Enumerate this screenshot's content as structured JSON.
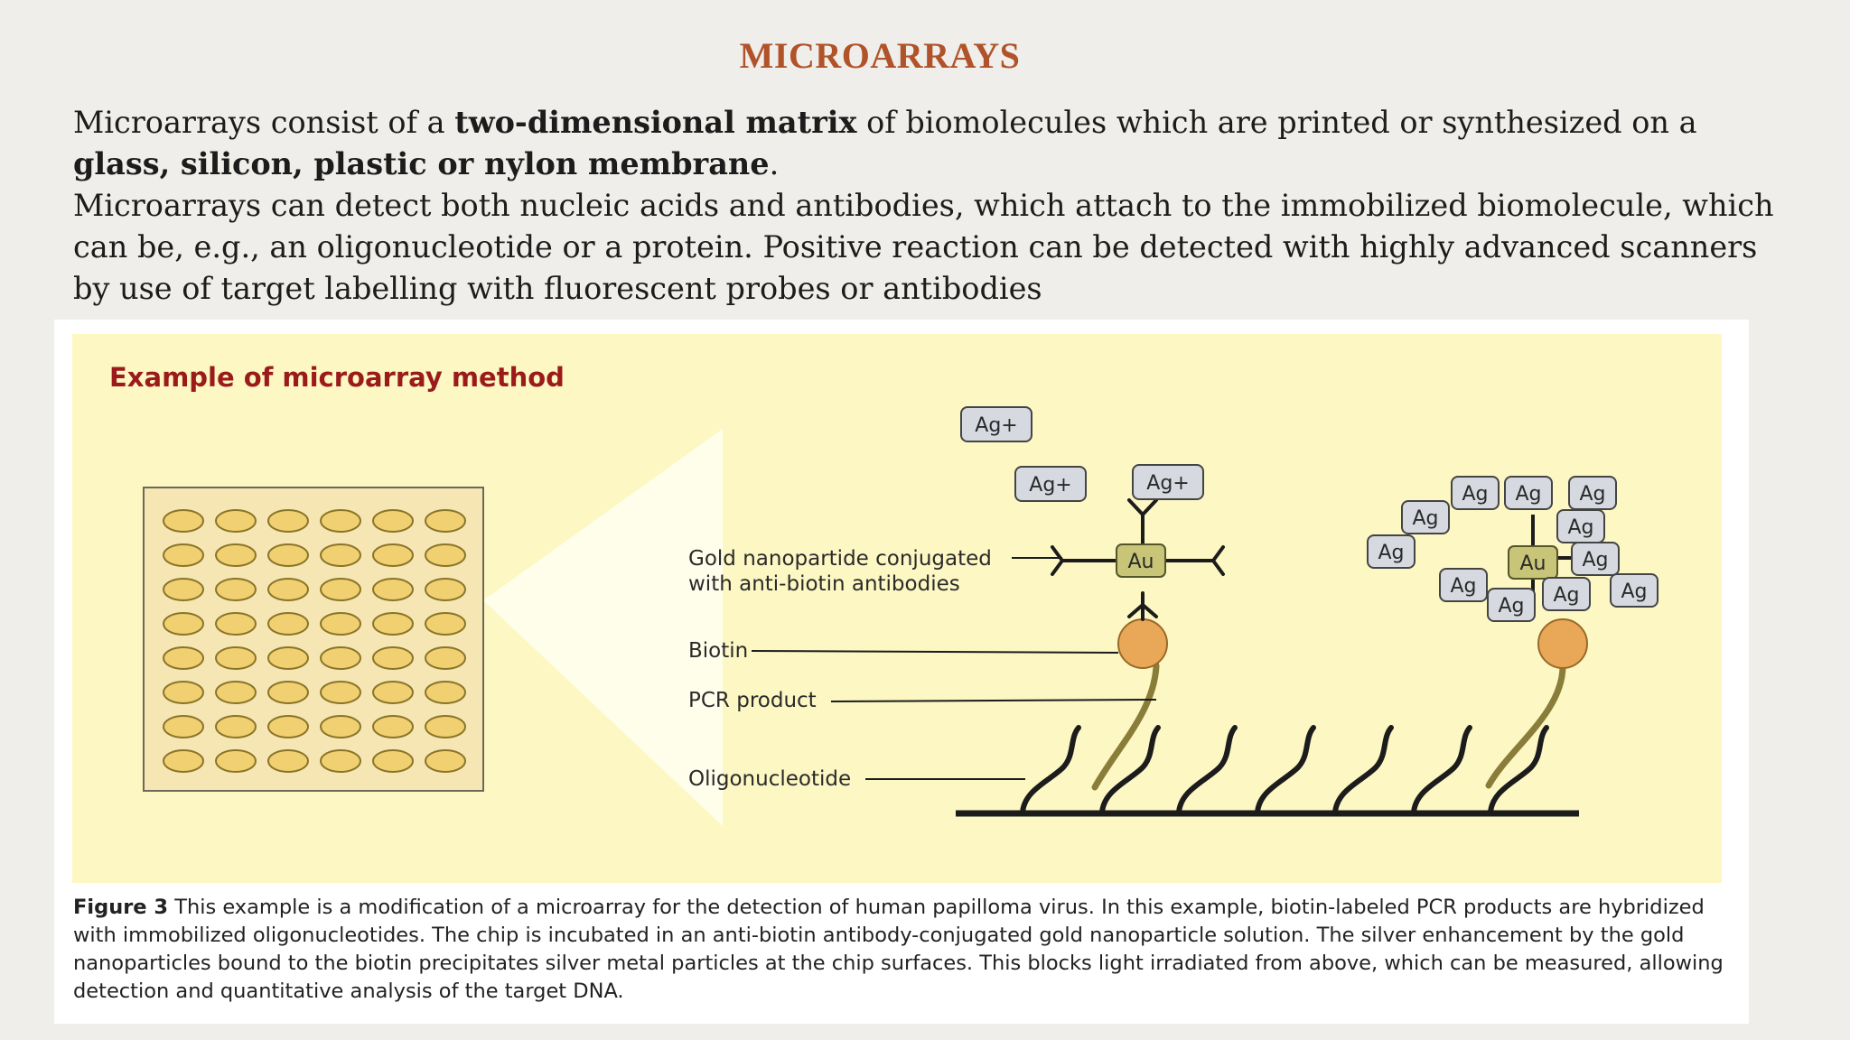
{
  "slide": {
    "title": "MICROARRAYS",
    "p1_a": "Microarrays consist of a ",
    "p1_b": "two-dimensional matrix",
    "p1_c": " of biomolecules which are printed or synthesized on a ",
    "p1_d": "glass, silicon, plastic or nylon membrane",
    "p1_e": ".",
    "p2": "Microarrays can detect both nucleic acids and antibodies, which attach to the immobilized biomolecule, which can be, e.g., an oligonucleotide or a protein. Positive reaction can be detected with highly advanced scanners by use of target labelling with fluorescent probes or antibodies"
  },
  "figure": {
    "heading": "Example of microarray method",
    "labels": {
      "gold_line1": "Gold nanopartide conjugated",
      "gold_line2": "with anti-biotin antibodies",
      "biotin": "Biotin",
      "pcr": "PCR product",
      "oligo": "Oligonucleotide"
    },
    "chips": {
      "au": "Au",
      "ag_plus": "Ag+",
      "ag": "Ag"
    },
    "caption_lead": "Figure 3",
    "caption_text": " This example is a modification of a microarray for the detection of human papilloma virus. In this example, biotin-labeled PCR products are hybridized with immobilized oligonucleotides. The chip is incubated in an anti-biotin antibody-conjugated gold nanoparticle solution. The silver enhancement by the gold nanoparticles bound to the biotin precipitates silver metal particles at the chip surfaces. This blocks light irradiated from above, which can be measured, allowing detection and quantitative analysis of the target DNA."
  },
  "colors": {
    "title": "#b0532a",
    "heading": "#9b1b1b",
    "panel": "#fcf7c3",
    "spot": "#f0d070",
    "biotin": "#e8a858",
    "pcr": "#8a7d3a",
    "au": "#c8c478",
    "ag": "#d6dae0"
  }
}
